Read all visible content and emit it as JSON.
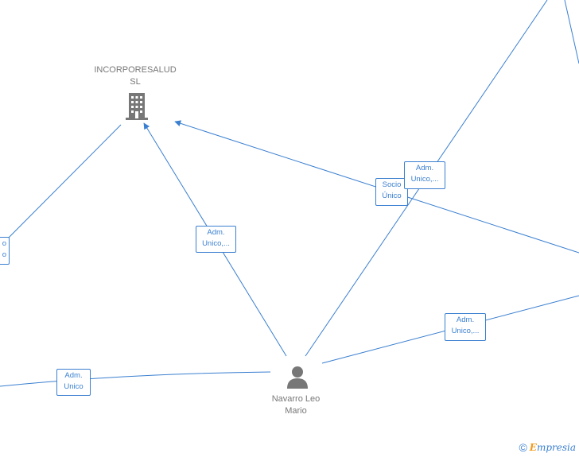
{
  "nodes": {
    "company": {
      "line1": "INCORPORESALUD",
      "line2": "SL"
    },
    "person": {
      "line1": "Navarro Leo",
      "line2": "Mario"
    }
  },
  "edge_labels": {
    "company_person": {
      "line1": "Adm.",
      "line2": "Unico,..."
    },
    "socio_unico": {
      "line1": "Socio",
      "line2": "Único"
    },
    "top_right": {
      "line1": "Adm.",
      "line2": "Unico,..."
    },
    "right_lower": {
      "line1": "Adm.",
      "line2": "Unico,..."
    },
    "left_lower": {
      "line1": "Adm.",
      "line2": "Unico"
    },
    "left_clipped": {
      "line1": "o",
      "line2": "o"
    }
  },
  "footer": {
    "copyright": "©",
    "brand_initial": "E",
    "brand_rest": "mpresia"
  },
  "colors": {
    "edge": "#3a7fd0",
    "icon": "#777777",
    "text": "#777777",
    "brand_accent": "#f29a1b"
  }
}
